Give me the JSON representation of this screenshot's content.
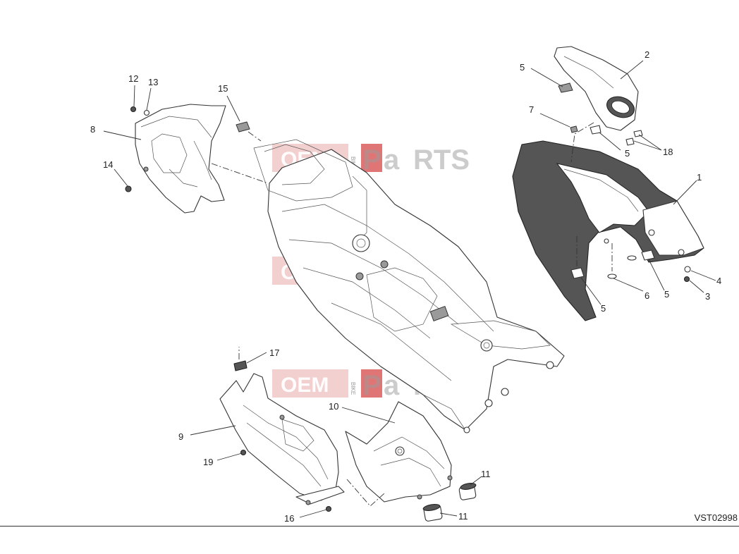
{
  "drawing_code": "VST02998",
  "watermark": {
    "oem": "OEM",
    "bike": "BIKE",
    "p": "P",
    "a": "a",
    "rts": "RTS"
  },
  "callouts": {
    "c1": "1",
    "c2": "2",
    "c3": "3",
    "c4": "4",
    "c5a": "5",
    "c5b": "5",
    "c5c": "5",
    "c5d": "5",
    "c6": "6",
    "c7": "7",
    "c8": "8",
    "c9": "9",
    "c10": "10",
    "c11a": "11",
    "c11b": "11",
    "c12": "12",
    "c13": "13",
    "c14": "14",
    "c15": "15",
    "c16": "16",
    "c17": "17",
    "c18": "18",
    "c19": "19"
  }
}
